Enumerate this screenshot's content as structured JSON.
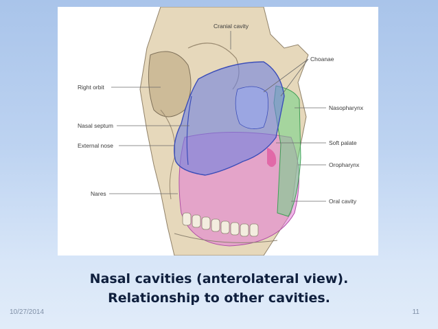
{
  "slide": {
    "caption_line1": "Nasal cavities (anterolateral view).",
    "caption_line2": "Relationship to other cavities.",
    "date": "10/27/2014",
    "page_number": "11"
  },
  "figure": {
    "labels": {
      "cranial_cavity": "Cranial cavity",
      "choanae": "Choanae",
      "right_orbit": "Right orbit",
      "nasopharynx": "Nasopharynx",
      "nasal_septum": "Nasal septum",
      "soft_palate": "Soft palate",
      "external_nose": "External nose",
      "oropharynx": "Oropharynx",
      "nares": "Nares",
      "oral_cavity": "Oral cavity"
    },
    "colors": {
      "nasal_cavity": "#6f82e0",
      "pharynx": "#6fd486",
      "oral_cavity": "#e27ad6",
      "bone": "#e3d4b6"
    }
  }
}
